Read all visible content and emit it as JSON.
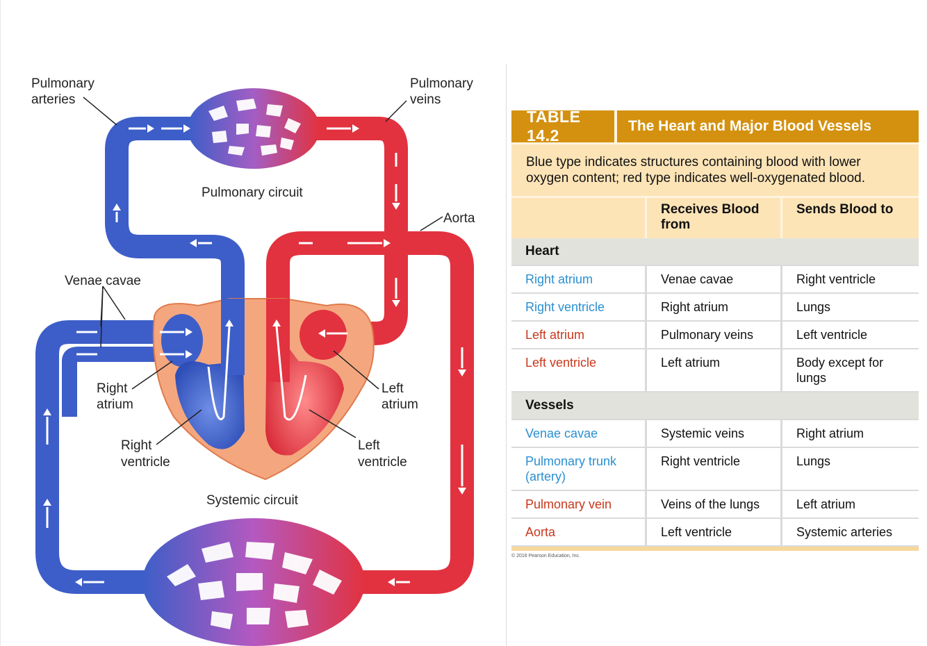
{
  "diagram": {
    "labels": {
      "pulmonary_arteries": [
        "Pulmonary",
        "arteries"
      ],
      "pulmonary_veins": [
        "Pulmonary",
        "veins"
      ],
      "pulmonary_circuit": "Pulmonary circuit",
      "aorta": "Aorta",
      "venae_cavae": "Venae cavae",
      "right_atrium": [
        "Right",
        "atrium"
      ],
      "left_atrium": [
        "Left",
        "atrium"
      ],
      "right_ventricle": [
        "Right",
        "ventricle"
      ],
      "left_ventricle": [
        "Left",
        "ventricle"
      ],
      "systemic_circuit": "Systemic circuit"
    },
    "colors": {
      "deoxygenated": "#3d5ec8",
      "oxygenated": "#e2323f",
      "heart_tissue": "#f4a77f",
      "capillary_mix": "#b060c0"
    }
  },
  "table": {
    "number": "TABLE 14.2",
    "title": "The Heart and Major Blood Vessels",
    "intro": "Blue type indicates structures containing blood with lower oxygen content; red type indicates well-oxygenated blood.",
    "columns": [
      "",
      "Receives Blood from",
      "Sends Blood to"
    ],
    "sections": [
      {
        "name": "Heart",
        "rows": [
          {
            "structure": "Right atrium",
            "color": "blue",
            "receives": "Venae cavae",
            "sends": "Right ventricle"
          },
          {
            "structure": "Right ventricle",
            "color": "blue",
            "receives": "Right atrium",
            "sends": "Lungs"
          },
          {
            "structure": "Left atrium",
            "color": "red",
            "receives": "Pulmonary veins",
            "sends": "Left ventricle"
          },
          {
            "structure": "Left ventricle",
            "color": "red",
            "receives": "Left atrium",
            "sends": "Body except for lungs"
          }
        ]
      },
      {
        "name": "Vessels",
        "rows": [
          {
            "structure": "Venae cavae",
            "color": "blue",
            "receives": "Systemic veins",
            "sends": "Right atrium"
          },
          {
            "structure": "Pulmonary trunk (artery)",
            "color": "blue",
            "receives": "Right ventricle",
            "sends": "Lungs"
          },
          {
            "structure": "Pulmonary vein",
            "color": "red",
            "receives": "Veins of the lungs",
            "sends": "Left atrium"
          },
          {
            "structure": "Aorta",
            "color": "red",
            "receives": "Left ventricle",
            "sends": "Systemic arteries"
          }
        ]
      }
    ],
    "credit": "© 2016 Pearson Education, Inc."
  }
}
